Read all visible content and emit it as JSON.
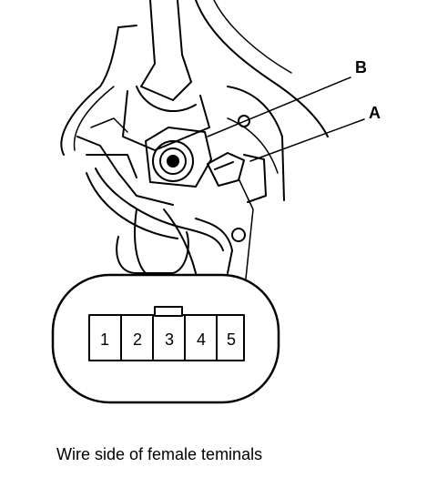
{
  "callouts": {
    "b": "B",
    "a": "A"
  },
  "connector": {
    "pins": [
      "1",
      "2",
      "3",
      "4",
      "5"
    ]
  },
  "caption": "Wire side of female teminals"
}
